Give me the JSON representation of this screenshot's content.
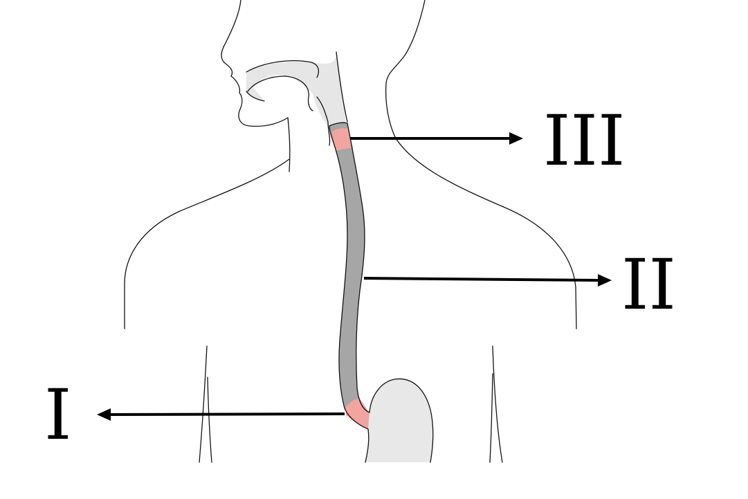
{
  "labels": {
    "lower": "I",
    "middle": "II",
    "upper": "III"
  },
  "colors": {
    "esophagus": "#a6a6a6",
    "sphincter": "#f2a5a0",
    "stomach": "#e8e8e8",
    "cavity": "#e6e6e6",
    "outline": "#111111",
    "arrow": "#000000"
  }
}
